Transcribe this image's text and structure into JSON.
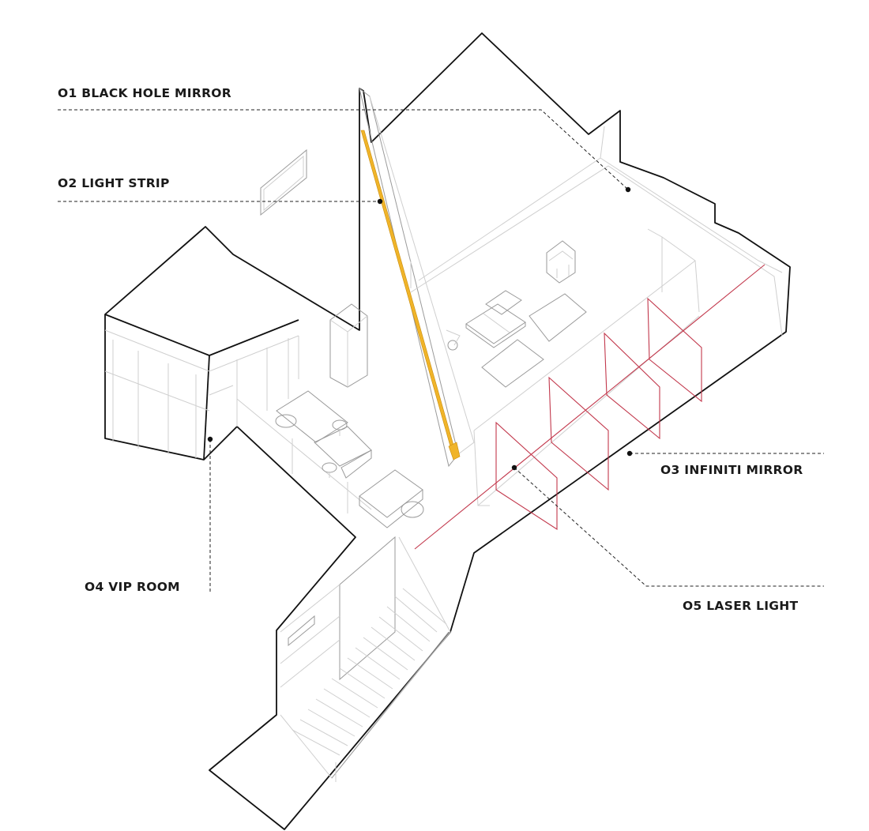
{
  "labels": {
    "black_hole_mirror": "O1 BLACK HOLE MIRROR",
    "light_strip": "O2 LIGHT STRIP",
    "infiniti_mirror": "O3 INFINITI MIRROR",
    "vip_room": "O4  VIP ROOM",
    "laser_light": "O5 LASER LIGHT"
  },
  "colors": {
    "outline": "#111111",
    "linework": "#cfcfcf",
    "light_strip": "#f0b429",
    "laser": "#c2384c",
    "leader": "#222222"
  }
}
